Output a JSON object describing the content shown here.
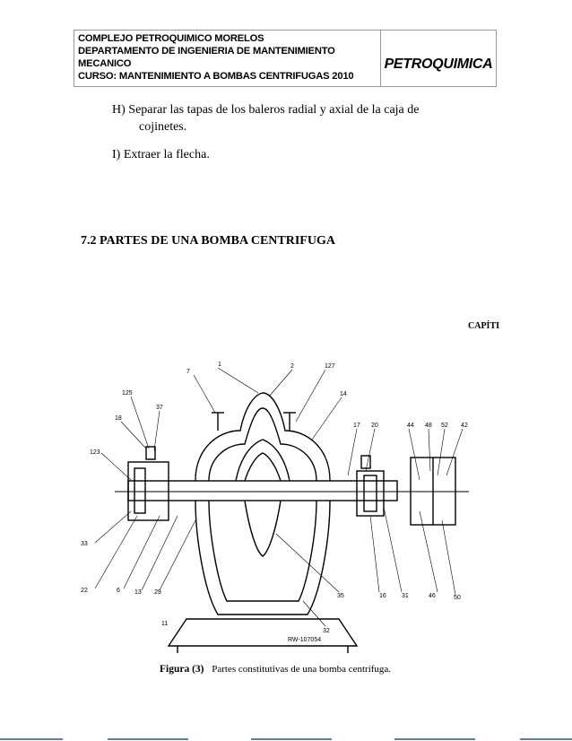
{
  "header": {
    "line1": "COMPLEJO PETROQUIMICO MORELOS",
    "line2": "DEPARTAMENTO DE  INGENIERIA DE MANTENIMIENTO",
    "line3": "MECANICO",
    "line4": "CURSO: MANTENIMIENTO A  BOMBAS CENTRIFUGAS 2010",
    "brand": "PETROQUIMICA"
  },
  "steps": {
    "h_label": "H)",
    "h_text1": "Separar las tapas de los baleros radial y axial de la caja de",
    "h_text2": "cojinetes.",
    "i_label": "I)",
    "i_text": "Extraer la flecha."
  },
  "section": {
    "title": "7.2 PARTES DE UNA BOMBA CENTRIFUGA"
  },
  "figure": {
    "corner": "CAPÍTI",
    "caption_label": "Figura (3)",
    "caption_text": "Partes constitutivas de una bomba centrífuga.",
    "stamp": "RW-107054",
    "labels": {
      "l1": "1",
      "l2": "2",
      "l127": "127",
      "l7": "7",
      "l125": "125",
      "l37": "37",
      "l14": "14",
      "l18": "18",
      "l17": "17",
      "l20": "20",
      "l44": "44",
      "l48": "48",
      "l52": "52",
      "l42": "42",
      "l123": "123",
      "l33": "33",
      "l22": "22",
      "l6": "6",
      "l13": "13",
      "l29": "29",
      "l35": "35",
      "l16": "16",
      "l31": "31",
      "l46": "46",
      "l50": "50",
      "l11": "11",
      "l32": "32"
    }
  }
}
